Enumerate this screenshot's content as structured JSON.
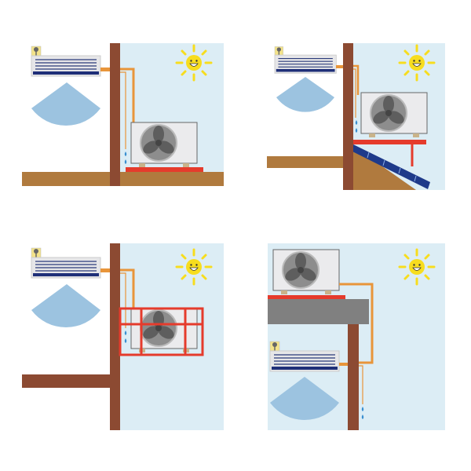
{
  "colors": {
    "sky": "#dcedf5",
    "wall": "#8c4a32",
    "floor": "#b07a3e",
    "pipe": "#e8953a",
    "stand": "#e53b2c",
    "unit_body": "#e6e6e8",
    "unit_stripe": "#2a3a7a",
    "fan": "#7a7a7a",
    "air": "#9cc3e0",
    "sun": "#f7dd1e",
    "slab": "#808080",
    "panel": "#1e3a8a"
  },
  "panels": [
    {
      "name": "wall-mounted-ground-stand"
    },
    {
      "name": "roof-bracket"
    },
    {
      "name": "wall-cage-bracket"
    },
    {
      "name": "balcony-slab"
    }
  ]
}
